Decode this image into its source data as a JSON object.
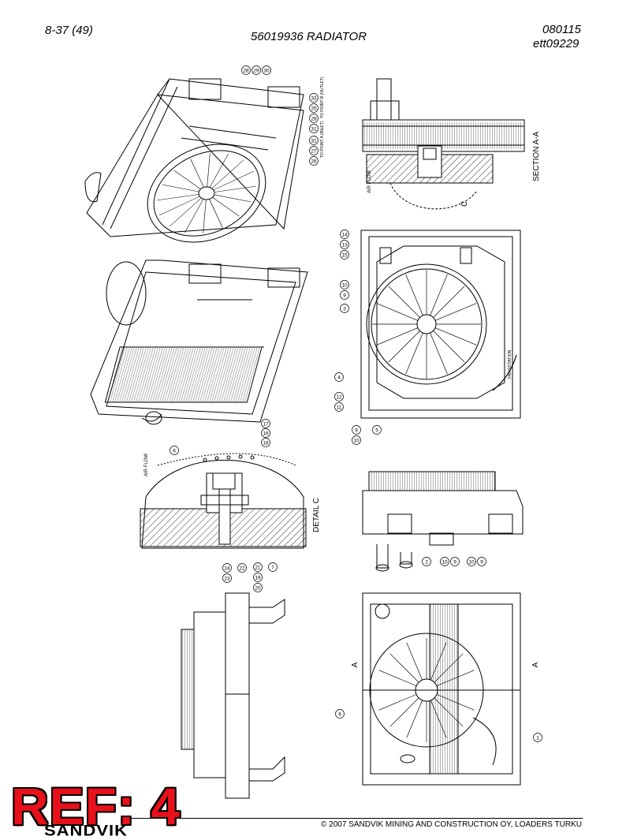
{
  "header": {
    "page_ref": "8-37 (49)",
    "title": "56019936 RADIATOR",
    "doc_no": "080115",
    "file_id": "ett09229"
  },
  "footer": {
    "copyright": "© 2007 SANDVIK MINING AND CONSTRUCTION OY, LOADERS TURKU",
    "logo_text": "SANDVIK"
  },
  "stamp": {
    "text": "REF: 4",
    "color": "#e8101a"
  },
  "labels": {
    "section_aa": "SECTION A-A",
    "detail_c": "DETAIL C",
    "air_flow": "AIR FLOW",
    "c_mark": "C",
    "a_mark": "A",
    "fan_rotation": "FAN ROTATION",
    "to_point_a": "TO POINT A (INLET)",
    "to_point_b": "TO POINT B (OUTLET)"
  },
  "callouts": {
    "iso_top": [
      "28",
      "29",
      "30",
      "33",
      "25",
      "28",
      "31",
      "31",
      "27",
      "26"
    ],
    "front": [
      "14",
      "13",
      "15",
      "10",
      "9",
      "3",
      "4",
      "12",
      "11",
      "9",
      "10",
      "5"
    ],
    "detail": [
      "6",
      "18",
      "16",
      "17",
      "23",
      "24",
      "22",
      "20",
      "19",
      "21",
      "7"
    ],
    "side": [
      "2",
      "10",
      "9",
      "10",
      "9"
    ],
    "bottom": [
      "8",
      "1"
    ]
  }
}
